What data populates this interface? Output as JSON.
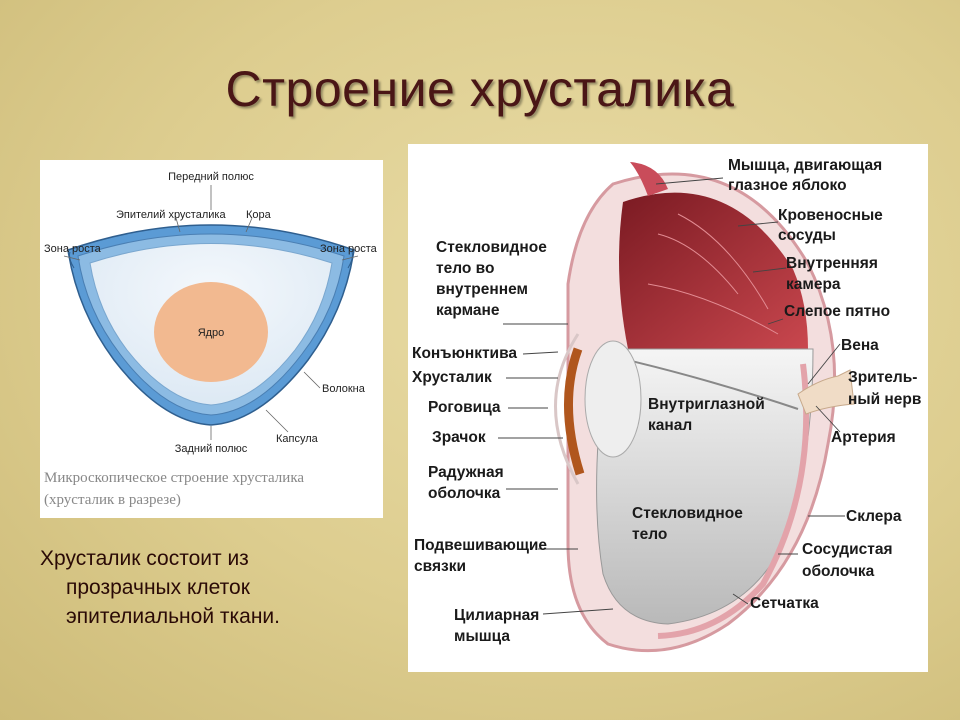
{
  "title": "Строение хрусталика",
  "lens_diagram": {
    "labels": {
      "anterior_pole": "Передний полюс",
      "epithelium": "Эпителий хрусталика",
      "cortex": "Кора",
      "growth_zone_left": "Зона роста",
      "growth_zone_right": "Зона роста",
      "nucleus": "Ядро",
      "fibers": "Волокна",
      "capsule": "Капсула",
      "posterior_pole": "Задний полюс"
    },
    "caption_line1": "Микроскопическое строение хрусталика",
    "caption_line2": "(хрусталик в разрезе)"
  },
  "description": {
    "line1": "Хрусталик состоит из",
    "line2": "прозрачных клеток",
    "line3": "эпителиальной ткани."
  },
  "eye_diagram": {
    "labels": {
      "muscle_1": "Мышца, двигающая",
      "muscle_2": "глазное яблоко",
      "vessels_1": "Кровеносные",
      "vessels_2": "сосуды",
      "inner_chamber_1": "Внутренняя",
      "inner_chamber_2": "камера",
      "blind_spot": "Слепое пятно",
      "vein": "Вена",
      "optic_nerve_1": "Зритель-",
      "optic_nerve_2": "ный нерв",
      "artery": "Артерия",
      "sclera": "Склера",
      "choroid_1": "Сосудистая",
      "choroid_2": "оболочка",
      "retina": "Сетчатка",
      "vitreous_pocket_1": "Стекловидное",
      "vitreous_pocket_2": "тело во",
      "vitreous_pocket_3": "внутреннем",
      "vitreous_pocket_4": "кармане",
      "conjunctiva": "Конъюнктива",
      "lens": "Хрусталик",
      "cornea": "Роговица",
      "pupil": "Зрачок",
      "iris_1": "Радужная",
      "iris_2": "оболочка",
      "ligaments_1": "Подвешивающие",
      "ligaments_2": "связки",
      "ciliary_1": "Цилиарная",
      "ciliary_2": "мышца",
      "canal_1": "Внутриглазной",
      "canal_2": "канал",
      "vitreous_1": "Стекловидное",
      "vitreous_2": "тело"
    }
  },
  "colors": {
    "title": "#4a1616",
    "lens_blue": "#5b9bd5",
    "nucleus": "#f2b990",
    "eye_red": "#b8323a"
  }
}
